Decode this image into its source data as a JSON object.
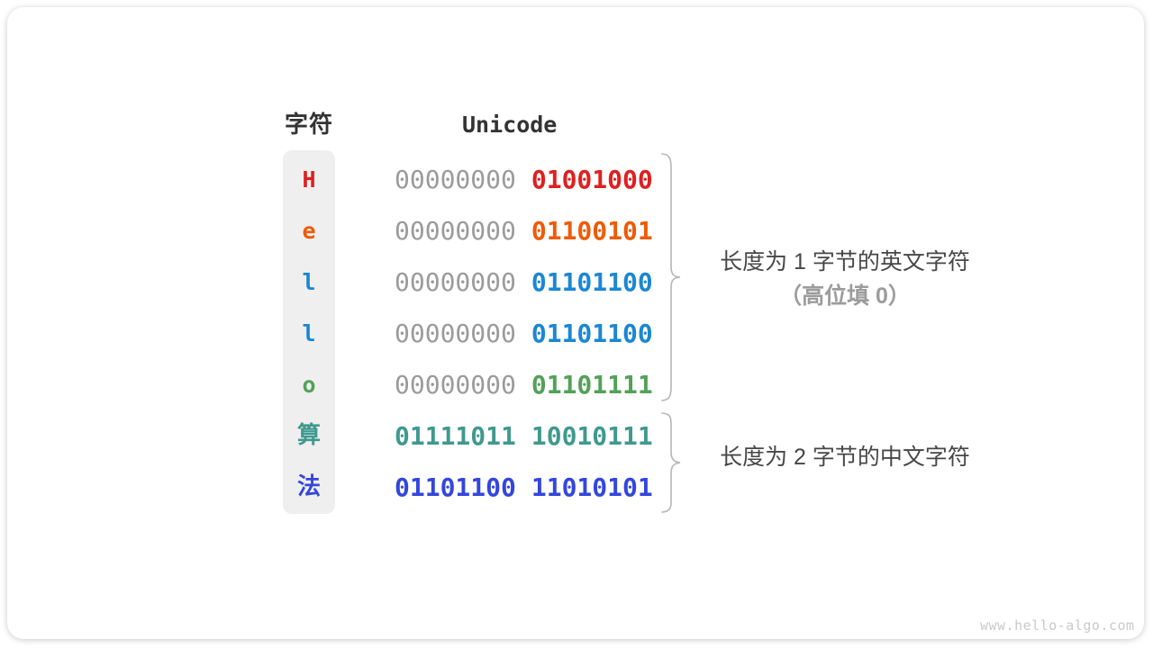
{
  "table": {
    "char_header": "字符",
    "unicode_header": "Unicode",
    "rows": [
      {
        "char": "H",
        "char_color": "#e01f1f",
        "byte1": "00000000",
        "byte1_color": "#9b9b9b",
        "byte2": "01001000",
        "byte2_color": "#e01f1f"
      },
      {
        "char": "e",
        "char_color": "#ee5b07",
        "byte1": "00000000",
        "byte1_color": "#9b9b9b",
        "byte2": "01100101",
        "byte2_color": "#ee5b07"
      },
      {
        "char": "l",
        "char_color": "#1b87d2",
        "byte1": "00000000",
        "byte1_color": "#9b9b9b",
        "byte2": "01101100",
        "byte2_color": "#1b87d2"
      },
      {
        "char": "l",
        "char_color": "#1b87d2",
        "byte1": "00000000",
        "byte1_color": "#9b9b9b",
        "byte2": "01101100",
        "byte2_color": "#1b87d2"
      },
      {
        "char": "o",
        "char_color": "#53a158",
        "byte1": "00000000",
        "byte1_color": "#9b9b9b",
        "byte2": "01101111",
        "byte2_color": "#53a158"
      },
      {
        "char": "算",
        "char_color": "#3f998e",
        "byte1": "01111011",
        "byte1_color": "#3f998e",
        "byte2": "10010111",
        "byte2_color": "#3f998e"
      },
      {
        "char": "法",
        "char_color": "#3346dd",
        "byte1": "01101100",
        "byte1_color": "#3346dd",
        "byte2": "11010101",
        "byte2_color": "#3346dd"
      }
    ]
  },
  "annotations": {
    "english": {
      "line1": "长度为 1 字节的英文字符",
      "line2": "（高位填 0）"
    },
    "chinese": {
      "line1": "长度为 2 字节的中文字符"
    }
  },
  "footer": {
    "watermark": "www.hello-algo.com"
  },
  "colors": {
    "header_text": "#333333",
    "pad_byte_gray": "#9b9b9b",
    "brace_gray": "#b6b6b6",
    "label_dark": "#474747",
    "label_gray": "#9c9c9c",
    "pill_background": "#efefef",
    "watermark_gray": "#c9c9c9"
  }
}
